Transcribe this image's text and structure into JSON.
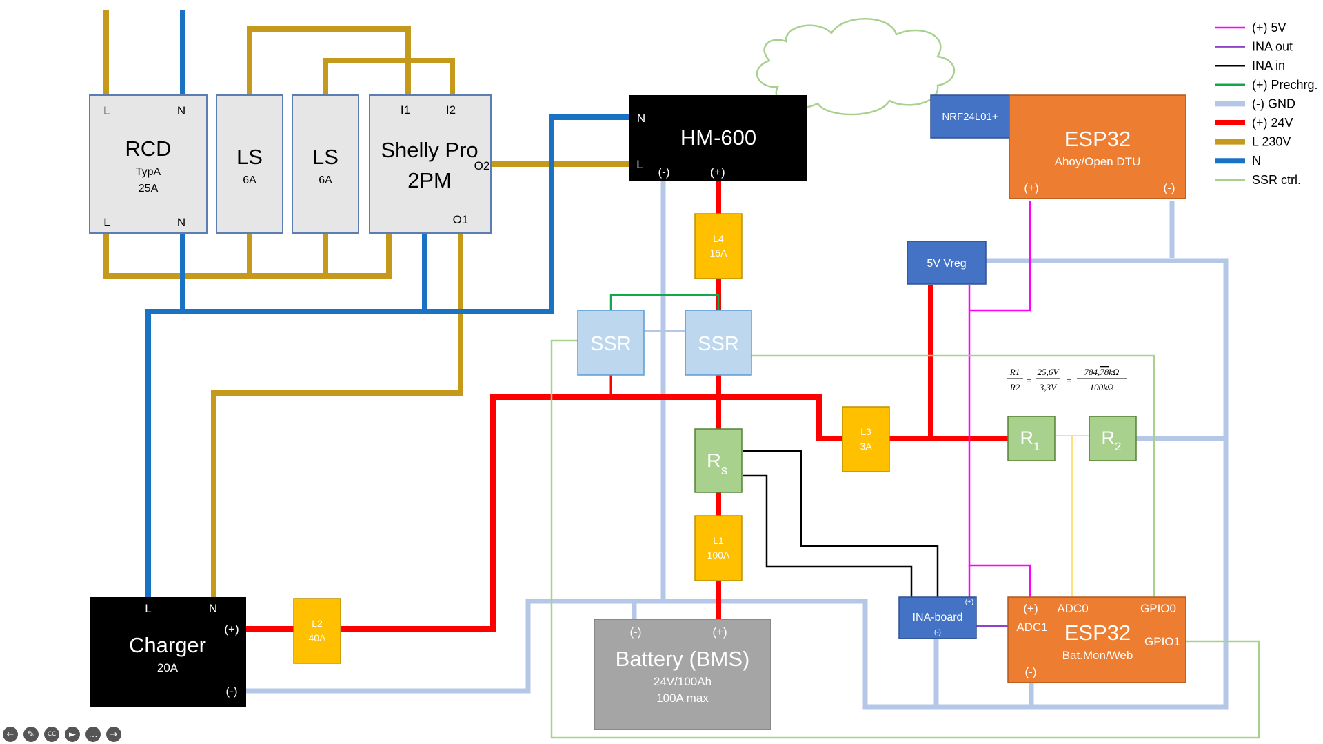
{
  "colors": {
    "l230": "#C59A1C",
    "n": "#1A73C2",
    "v24": "#FF0000",
    "gnd": "#B4C7E7",
    "v5": "#FF00FF",
    "ina_out": "#8E44C8",
    "ina_in": "#000000",
    "prechrg": "#12A84A",
    "ssr": "#A9D18E",
    "adc": "#FFE07A",
    "fuse": "#FFC000",
    "ssr_fill": "#BDD7EE",
    "r_fill": "#A9D18E",
    "orange": "#ED7D31",
    "blue_box": "#4472C4",
    "grey": "#A5A5A5",
    "panel": "#E7E6E6"
  },
  "legend": [
    {
      "label": "(+) 5V",
      "color": "#FF00FF"
    },
    {
      "label": "INA out",
      "color": "#8E44C8"
    },
    {
      "label": "INA in",
      "color": "#000000"
    },
    {
      "label": "(+) Prechrg.",
      "color": "#12A84A"
    },
    {
      "label": "(-) GND",
      "color": "#B4C7E7"
    },
    {
      "label": "(+) 24V",
      "color": "#FF0000"
    },
    {
      "label": "L 230V",
      "color": "#C59A1C"
    },
    {
      "label": "N",
      "color": "#1A73C2"
    },
    {
      "label": "SSR ctrl.",
      "color": "#A9D18E"
    }
  ],
  "rcd": {
    "title": "RCD",
    "sub1": "TypA",
    "sub2": "25A",
    "pin_l_top": "L",
    "pin_n_top": "N",
    "pin_l_bot": "L",
    "pin_n_bot": "N"
  },
  "ls1": {
    "title": "LS",
    "sub": "6A"
  },
  "ls2": {
    "title": "LS",
    "sub": "6A"
  },
  "shelly": {
    "title1": "Shelly Pro",
    "title2": "2PM",
    "i1": "I1",
    "i2": "I2",
    "o1": "O1",
    "o2": "O2"
  },
  "hm600": {
    "title": "HM-600",
    "n": "N",
    "l": "L",
    "minus": "(-)",
    "plus": "(+)"
  },
  "nrf": {
    "label": "NRF24L01+"
  },
  "esp_dtu": {
    "title": "ESP32",
    "sub": "Ahoy/Open DTU",
    "plus": "(+)",
    "minus": "(-)"
  },
  "vreg": {
    "label": "5V Vreg"
  },
  "fuses": {
    "l4": [
      "L4",
      "15A"
    ],
    "l3": [
      "L3",
      "3A"
    ],
    "l1": [
      "L1",
      "100A"
    ],
    "l2": [
      "L2",
      "40A"
    ]
  },
  "ssr": {
    "label": "SSR"
  },
  "rs": {
    "main": "R",
    "sub": "s"
  },
  "r1": {
    "main": "R",
    "sub": "1"
  },
  "r2": {
    "main": "R",
    "sub": "2"
  },
  "formula": {
    "num1": "R1",
    "den1": "R2",
    "num2": "25,6V",
    "den2": "3,3V",
    "num3a": "784,",
    "num3b": "78",
    "num3c": "kΩ",
    "den3": "100kΩ",
    "eq": "="
  },
  "ina": {
    "label": "INA-board",
    "plus": "(+)",
    "minus": "(-)"
  },
  "esp_bat": {
    "title": "ESP32",
    "sub": "Bat.Mon/Web",
    "plus": "(+)",
    "adc0": "ADC0",
    "adc1": "ADC1",
    "gpio0": "GPIO0",
    "gpio1": "GPIO1",
    "minus": "(-)"
  },
  "charger": {
    "title": "Charger",
    "sub": "20A",
    "l": "L",
    "n": "N",
    "plus": "(+)",
    "minus": "(-)"
  },
  "battery": {
    "title": "Battery (BMS)",
    "sub1": "24V/100Ah",
    "sub2": "100A max",
    "minus": "(-)",
    "plus": "(+)"
  }
}
